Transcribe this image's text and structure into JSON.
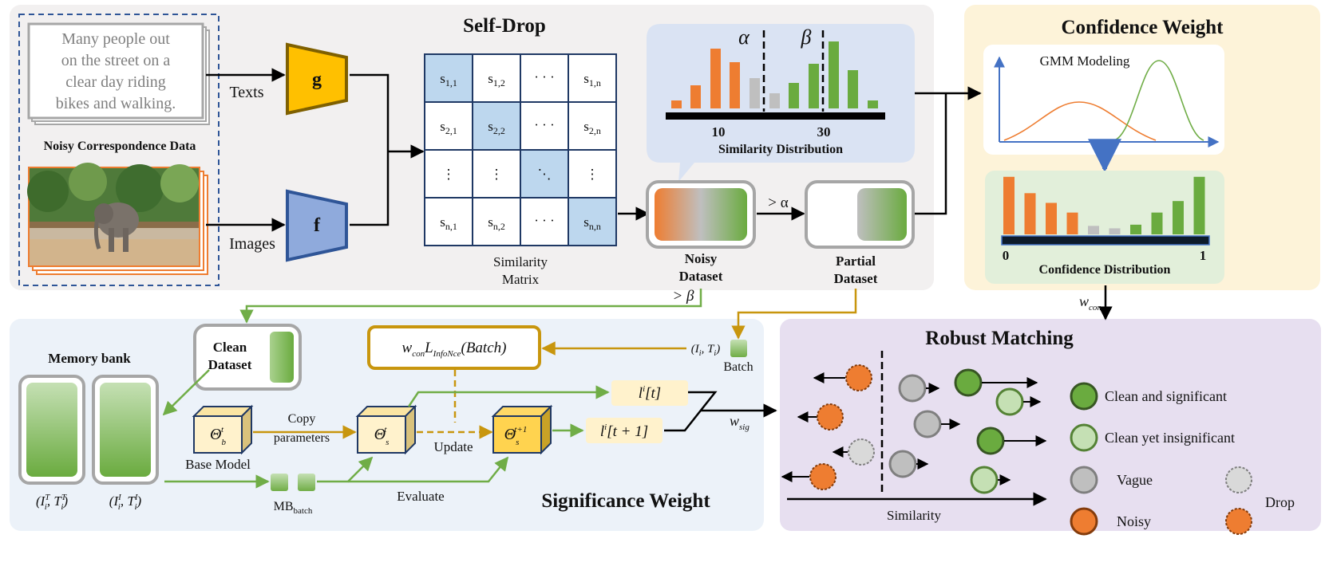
{
  "self_drop": {
    "title": "Self-Drop",
    "caption_text": "Many people out on the street on a clear day riding bikes and walking.",
    "caption_lines": [
      "Many people out",
      "on the street on a",
      "clear day riding",
      "bikes and walking."
    ],
    "data_label": "Noisy Correspondence Data",
    "texts_label": "Texts",
    "images_label": "Images",
    "encoder_g": "g",
    "encoder_f": "f",
    "matrix_label_1": "Similarity",
    "matrix_label_2": "Matrix",
    "hist_label": "Similarity Distribution",
    "hist_tick_low": "10",
    "hist_tick_high": "30",
    "alpha": "α",
    "beta": "β",
    "noisy_label_1": "Noisy",
    "noisy_label_2": "Dataset",
    "partial_label_1": "Partial",
    "partial_label_2": "Dataset",
    "gt_alpha": "> α",
    "gt_beta": "> β"
  },
  "confidence": {
    "title": "Confidence Weight",
    "gmm_label": "GMM Modeling",
    "dist_label": "Confidence Distribution",
    "tick_0": "0",
    "tick_1": "1",
    "w_con": "w",
    "w_con_sub": "con",
    "bars": [
      0.95,
      0.68,
      0.52,
      0.36,
      0.14,
      0.1,
      0.16,
      0.36,
      0.55,
      0.95
    ]
  },
  "significance": {
    "title": "Significance Weight",
    "memory_bank": "Memory bank",
    "clean_1": "Clean",
    "clean_2": "Dataset",
    "copy_1": "Copy",
    "copy_2": "parameters",
    "base_model": "Base Model",
    "update": "Update",
    "evaluate": "Evaluate",
    "mb_batch": "MB",
    "mb_batch_sub": "batch",
    "batch": "Batch",
    "loss": "w",
    "loss_sub": "con",
    "loss_L": "L",
    "loss_L_sub": "InfoNce",
    "loss_arg": "(Batch)",
    "it_pair": "(I",
    "l_t": "[t]",
    "l_t1": "[t + 1]",
    "w_sig": "w",
    "w_sig_sub": "sig"
  },
  "robust": {
    "title": "Robust Matching",
    "similarity_axis": "Similarity",
    "legend": [
      "Clean and significant",
      "Clean yet insignificant",
      "Vague",
      "Noisy",
      "Drop"
    ]
  },
  "colors": {
    "orange": "#ee7d31",
    "green": "#6aab3f",
    "light_green": "#c9e3b4",
    "gray": "#bfbfbf",
    "blue_fill": "#bdd7ee",
    "gold": "#c8960e",
    "arrow_green": "#70ad47"
  }
}
